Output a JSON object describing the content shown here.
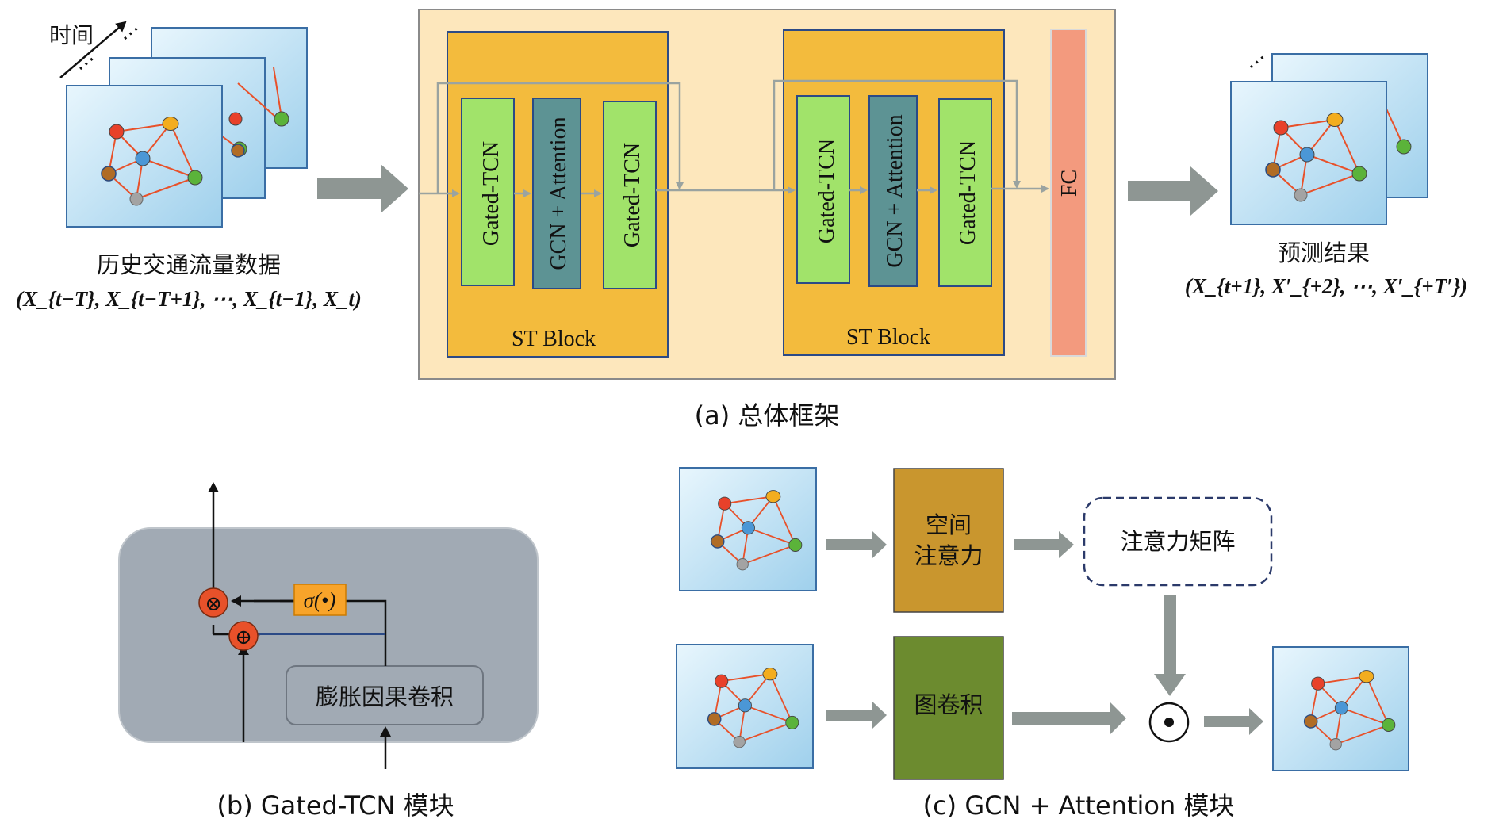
{
  "panel_a": {
    "time_label": "时间",
    "input_caption": "历史交通流量数据",
    "input_formula": "(X_{t−T}, X_{t−T+1}, ⋯, X_{t−1}, X_t)",
    "block1": {
      "gtcn1": "Gated-TCN",
      "gcn_att": "GCN + Attention",
      "gtcn2": "Gated-TCN",
      "label": "ST Block"
    },
    "block2": {
      "gtcn1": "Gated-TCN",
      "gcn_att": "GCN + Attention",
      "gtcn2": "Gated-TCN",
      "label": "ST Block"
    },
    "fc_label": "FC",
    "output_caption": "预测结果",
    "output_formula": "(X_{t+1}, X′_{+2}, ⋯, X′_{+T′})",
    "caption": "(a) 总体框架"
  },
  "panel_b": {
    "multiply_symbol": "⊗",
    "add_symbol": "⊕",
    "sigma_label": "σ(•)",
    "conv_label": "膨胀因果卷积",
    "caption": "(b) Gated-TCN 模块"
  },
  "panel_c": {
    "spatial_attention_line1": "空间",
    "spatial_attention_line2": "注意力",
    "attention_matrix_label": "注意力矩阵",
    "graph_conv_label": "图卷积",
    "hadamard_symbol": "⊙",
    "caption": "(c) GCN + Attention 模块"
  },
  "colors": {
    "outer_frame": "#fde7bc",
    "st_block": "#f3bb3d",
    "gated_tcn": "#a1e36a",
    "gcn_attention": "#5d9394",
    "fc": "#f39a7e",
    "arrow_gray": "#8e9693",
    "gtcn_bg": "#a1aab4",
    "op_circle": "#e8512a",
    "sigma_box": "#f8a42a",
    "spatial_attention": "#c9962e",
    "graph_conv": "#6c8b2f",
    "node_red": "#e8412a",
    "node_orange": "#f3ad1f",
    "node_blue": "#4b97d6",
    "node_green": "#5bb33a",
    "node_brown": "#b06c25",
    "node_gray": "#a3a3a3"
  }
}
